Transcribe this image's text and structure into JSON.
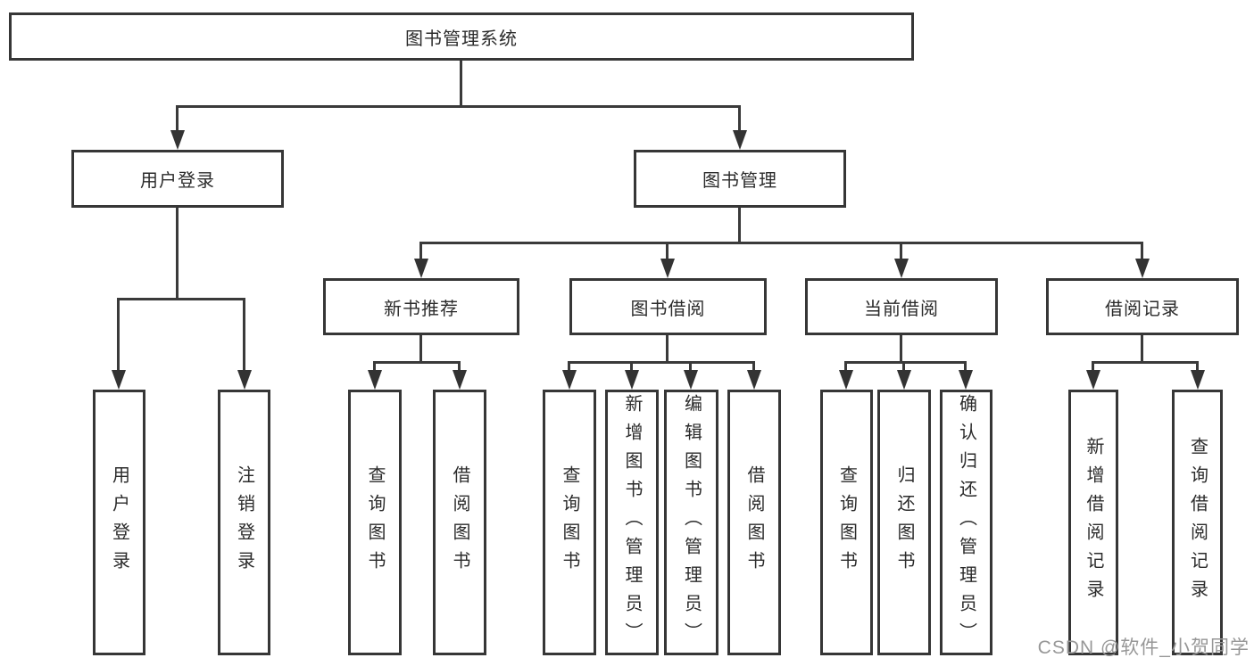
{
  "diagram": {
    "root": {
      "label": "图书管理系统"
    },
    "level2": [
      {
        "label": "用户登录"
      },
      {
        "label": "图书管理"
      }
    ],
    "level3": [
      {
        "label": "新书推荐"
      },
      {
        "label": "图书借阅"
      },
      {
        "label": "当前借阅"
      },
      {
        "label": "借阅记录"
      }
    ],
    "level4": [
      {
        "label": "用户登录"
      },
      {
        "label": "注销登录"
      },
      {
        "label": "查询图书"
      },
      {
        "label": "借阅图书"
      },
      {
        "label": "查询图书"
      },
      {
        "label": "新增图书（管理员）"
      },
      {
        "label": "编辑图书（管理员）"
      },
      {
        "label": "借阅图书"
      },
      {
        "label": "查询图书"
      },
      {
        "label": "归还图书"
      },
      {
        "label": "确认归还（管理员）"
      },
      {
        "label": "新增借阅记录"
      },
      {
        "label": "查询借阅记录"
      }
    ],
    "colors": {
      "line": "#3a3a3a",
      "box_border": "#363636",
      "text": "#2b2b2b",
      "box_fill": "#ffffff",
      "background": "#ffffff"
    }
  },
  "watermark": {
    "text": "CSDN @软件_小贺同学",
    "color": "#979797"
  }
}
